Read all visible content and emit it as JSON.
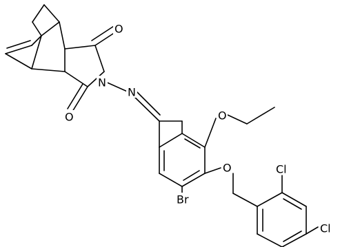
{
  "molecule": {
    "atom_labels": {
      "o_top": "O",
      "o_bottom": "O",
      "n_imide": "N",
      "n_imine": "N",
      "o_ethoxy": "O",
      "o_benzyl": "O",
      "br": "Br",
      "cl_ortho": "Cl",
      "cl_para": "Cl"
    }
  }
}
